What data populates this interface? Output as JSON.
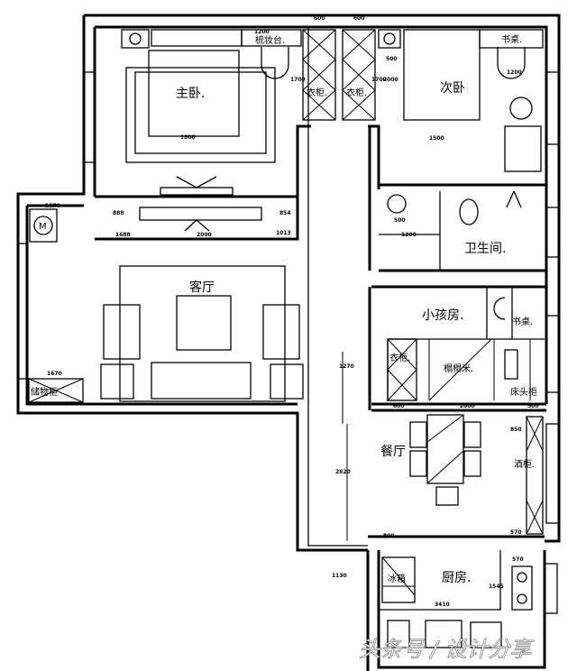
{
  "rooms": {
    "master_bedroom": "主卧.",
    "second_bedroom": "次卧",
    "living_room": "客厅",
    "bathroom": "卫生间.",
    "kids_room": "小孩房.",
    "dining_room": "餐厅",
    "kitchen": "厨房."
  },
  "furniture": {
    "dresser": "梳妆台.",
    "wardrobe_1": "衣柜.",
    "wardrobe_2": "衣柜.",
    "desk_second": "书桌.",
    "desk_kids": "书桌.",
    "wardrobe_kids": "衣柜.",
    "tatami": "榻榻米.",
    "bedside_cabinet": "床头柜",
    "storage_cabinet": "储物柜",
    "wine_cabinet": "酒柜.",
    "fridge": "冰箱",
    "washer_symbol": "M"
  },
  "dimensions": {
    "dresser_w": "1200",
    "wardrobe1_w": "600",
    "wardrobe2_w": "600",
    "wardrobe1_h": "1700",
    "wardrobe2_h": "1700",
    "nightstand": "500",
    "bed2_len": "2000",
    "bed2_w": "1500",
    "bed1_w": "1800",
    "desk2_w": "1200",
    "tv_left": "888",
    "tv_right": "854",
    "living_left": "1688",
    "tv_w": "2000",
    "living_right": "1013",
    "balcony_w": "1670",
    "balcony_w2": "1670",
    "basin": "500",
    "bath_vanity": "1200",
    "hall": "1270",
    "dining_len": "2820",
    "kitchen_offset": "1130",
    "kitchen_door": "800",
    "kitchen_w": "3410",
    "kitchen_h": "1545",
    "sink_w": "570",
    "wine_top": "850",
    "wine_bottom": "570",
    "kids_wardrobe": "600",
    "tatami_w": "2000",
    "kids_bedside": "500"
  },
  "watermark": "头条号 / 设计分享"
}
